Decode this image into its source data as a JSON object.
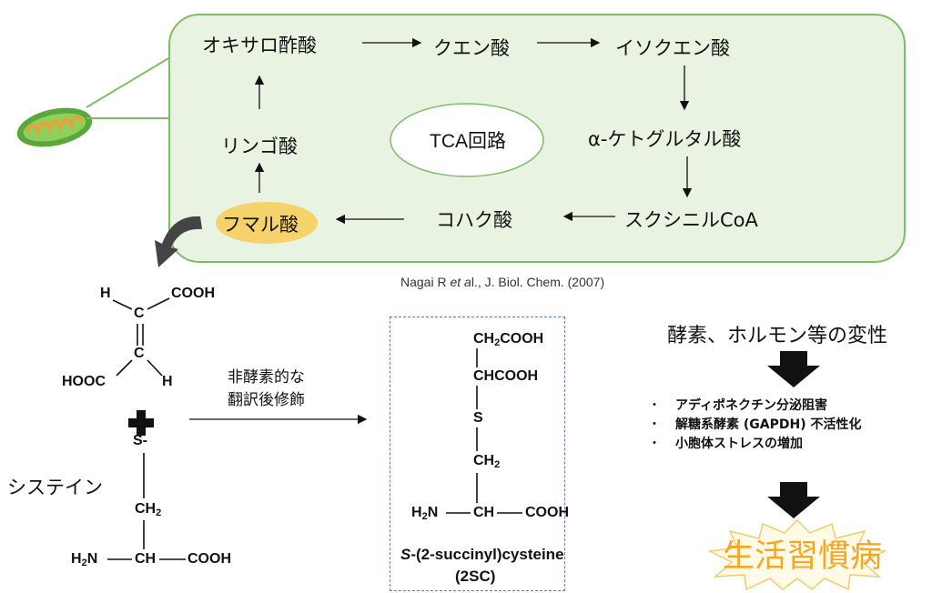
{
  "tca": {
    "cycle_label": "TCA回路",
    "oxaloacetate": "オキサロ酢酸",
    "citrate": "クエン酸",
    "isocitrate": "イソクエン酸",
    "alpha_ketoglutarate": "α-ケトグルタル酸",
    "succinyl_coa": "スクシニルCoA",
    "succinate": "コハク酸",
    "fumarate": "フマル酸",
    "malate": "リンゴ酸"
  },
  "citation": {
    "prefix": "Nagai R ",
    "etal": "et a",
    "suffix": "l., J. Biol. Chem. (2007)"
  },
  "fumarate_structure": {
    "h_top": "H",
    "cooh_top": "COOH",
    "c_top": "C",
    "c_bottom": "C",
    "hooc_bottom": "HOOC",
    "h_bottom": "H"
  },
  "cysteine": {
    "name": "システイン",
    "s": "S-",
    "ch2": "CH",
    "ch2_sub": "2",
    "h2n": "H",
    "h2n_sub": "2",
    "h2n_n": "N",
    "ch": "CH",
    "cooh": "COOH"
  },
  "reaction": {
    "line1": "非酵素的な",
    "line2": "翻訳後修飾"
  },
  "product": {
    "ch2cooh": "CH",
    "ch2cooh_sub": "2",
    "ch2cooh_rest": "COOH",
    "chcooh": "CHCOOH",
    "s": "S",
    "ch2": "CH",
    "ch2_sub": "2",
    "h2n": "H",
    "h2n_sub": "2",
    "h2n_n": "N",
    "ch": "CH",
    "cooh": "COOH",
    "name_s": "S",
    "name_rest": "-(2-succinyl)cysteine",
    "abbrev": "(2SC)"
  },
  "consequence": {
    "heading": "酵素、ホルモン等の変性",
    "bullet_char": "・",
    "items": [
      "アディポネクチン分泌阻害",
      "解糖系酵素 (GAPDH) 不活性化",
      "小胞体ストレスの増加"
    ],
    "outcome": "生活習慣病"
  },
  "colors": {
    "tca_fill": "#e8f3e2",
    "tca_border": "#7cbf63",
    "fumarate_highlight": "#f6d36a",
    "outcome_text": "#f6a623",
    "dashed_border": "#5a7fb5"
  }
}
